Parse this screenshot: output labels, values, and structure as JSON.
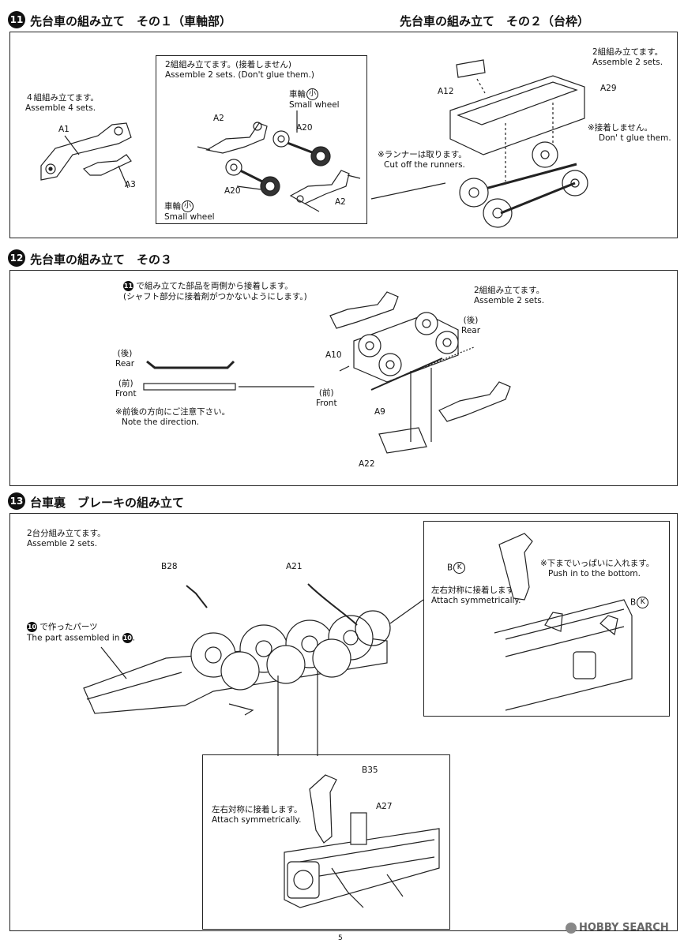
{
  "steps": {
    "s11": {
      "num": "11",
      "title_left": "先台車の組み立て　その１（車軸部）",
      "title_right": "先台車の組み立て　その２（台枠）"
    },
    "s12": {
      "num": "12",
      "title": "先台車の組み立て　その３"
    },
    "s13": {
      "num": "13",
      "title": "台車裏　ブレーキの組み立て"
    }
  },
  "s11": {
    "left_note_jp": "４組組み立てます。",
    "left_note_en": "Assemble 4 sets.",
    "a1": "A1",
    "a3": "A3",
    "inset_note_jp": "2組組み立てます。(接着しません)",
    "inset_note_en": "Assemble 2 sets. (Don't glue them.)",
    "small_wheel_jp_pre": "車輪",
    "small_wheel_jp_mark": "小",
    "small_wheel_en": "Small wheel",
    "a2": "A2",
    "a20": "A20",
    "right_note_jp": "2組組み立てます。",
    "right_note_en": "Assemble 2 sets.",
    "a12": "A12",
    "a29": "A29",
    "noglue_jp": "※接着しません。",
    "noglue_en": "Don' t glue them.",
    "runner_jp": "※ランナーは取ります。",
    "runner_en": "Cut off the runners."
  },
  "s12": {
    "instr_mark": "11",
    "instr_1": "で組み立てた部品を両側から接着します。",
    "instr_2": "(シャフト部分に接着剤がつかないようにします。)",
    "assemble_jp": "2組組み立てます。",
    "assemble_en": "Assemble 2 sets.",
    "rear_jp": "(後)",
    "rear_en": "Rear",
    "front_jp": "(前)",
    "front_en": "Front",
    "rear2_jp": "(後)",
    "rear2_en": "Rear",
    "front2_jp": "(前)",
    "front2_en": "Front",
    "a10": "A10",
    "a9": "A9",
    "a22": "A22",
    "dir_jp": "※前後の方向にご注意下さい。",
    "dir_en": "Note the direction."
  },
  "s13": {
    "assemble_jp": "2台分組み立てます。",
    "assemble_en": "Assemble 2 sets.",
    "b28": "B28",
    "a21": "A21",
    "part_mark": "10",
    "part_jp": "で作ったパーツ",
    "part_en": "The part assembled in",
    "b_label": "B",
    "k_mark": "K",
    "push_jp": "※下までいっぱいに入れます。",
    "push_en": "Push in to the bottom.",
    "sym_jp": "左右対称に接着します。",
    "sym_en": "Attach symmetrically.",
    "b35": "B35",
    "a27": "A27",
    "sym2_jp": "左右対称に接着します。",
    "sym2_en": "Attach symmetrically."
  },
  "footer": {
    "page": "5",
    "watermark": "HOBBY SEARCH"
  }
}
